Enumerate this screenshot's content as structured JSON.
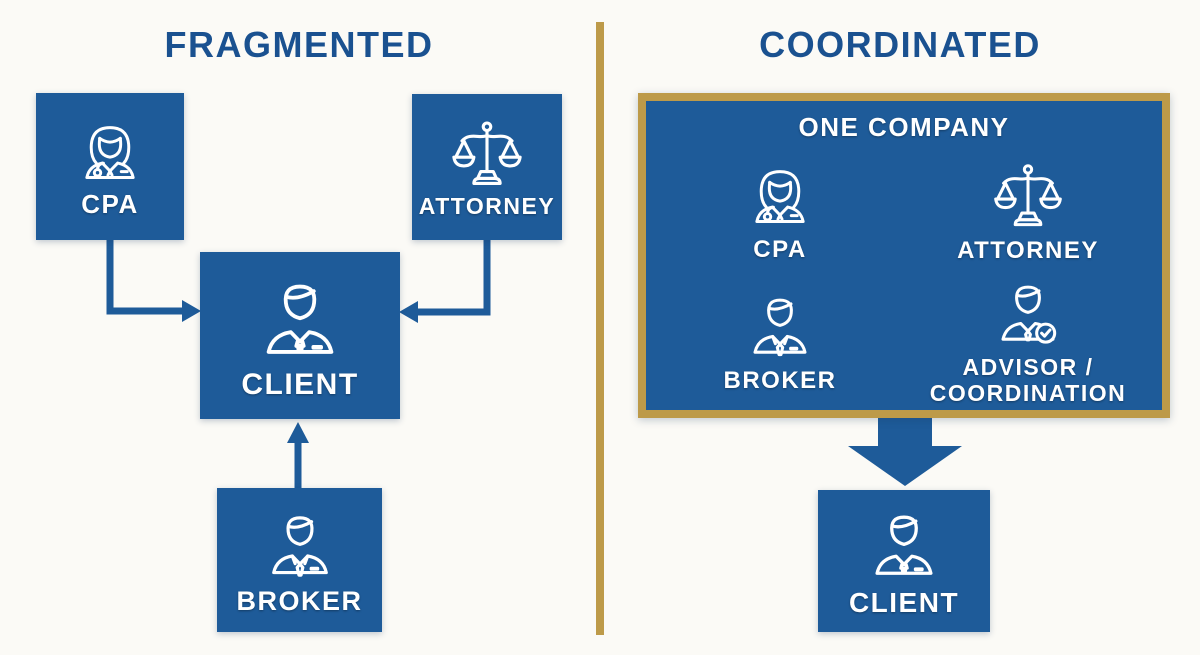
{
  "left_panel": {
    "title": "FRAGMENTED",
    "cpa": {
      "label": "CPA",
      "icon": "cpa-professional-woman-icon"
    },
    "attorney": {
      "label": "ATTORNEY",
      "icon": "justice-scales-icon"
    },
    "client": {
      "label": "CLIENT",
      "icon": "client-person-icon"
    },
    "broker": {
      "label": "BROKER",
      "icon": "broker-person-icon"
    },
    "arrows": [
      "cpa-to-client",
      "attorney-to-client",
      "broker-to-client"
    ]
  },
  "right_panel": {
    "title": "COORDINATED",
    "company_box": {
      "title": "ONE COMPANY",
      "members": [
        {
          "label": "CPA",
          "icon": "cpa-professional-woman-icon"
        },
        {
          "label": "ATTORNEY",
          "icon": "justice-scales-icon"
        },
        {
          "label": "BROKER",
          "icon": "broker-person-icon"
        },
        {
          "label": "ADVISOR / COORDINATION",
          "icon": "advisor-check-icon"
        }
      ]
    },
    "client": {
      "label": "CLIENT",
      "icon": "client-person-icon"
    },
    "arrows": [
      "company-to-client"
    ]
  },
  "colors": {
    "box_blue": "#1e5b99",
    "title_navy": "#1a5190",
    "gold": "#bd9a49",
    "background": "#fbfaf6",
    "icon_white": "#ffffff"
  }
}
